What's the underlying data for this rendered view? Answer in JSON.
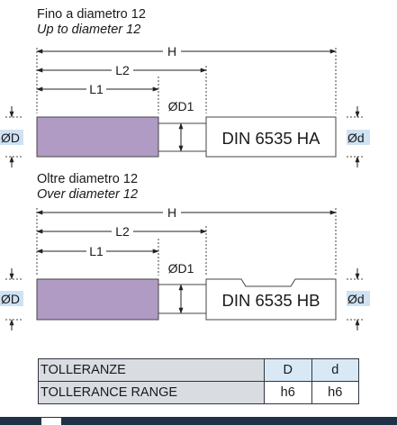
{
  "section_a": {
    "title_it": "Fino a diametro 12",
    "title_en": "Up to diameter 12",
    "dim_h": "H",
    "dim_l2": "L2",
    "dim_l1": "L1",
    "dim_d1": "ØD1",
    "dim_d_big": "ØD",
    "dim_d_small": "Ød",
    "part_label": "DIN 6535 HA"
  },
  "section_b": {
    "title_it": "Oltre diametro 12",
    "title_en": "Over diameter 12",
    "dim_h": "H",
    "dim_l2": "L2",
    "dim_l1": "L1",
    "dim_d1": "ØD1",
    "dim_d_big": "ØD",
    "dim_d_small": "Ød",
    "part_label": "DIN 6535 HB"
  },
  "tolerance_table": {
    "label_it": "TOLLERANZE",
    "label_en": "TOLLERANCE RANGE",
    "col_d_header": "D",
    "col_small_d_header": "d",
    "col_d_value": "h6",
    "col_small_d_value": "h6"
  },
  "colors": {
    "cutting_body": "#b09bc4",
    "highlight": "#cfe2f3",
    "table_label_bg": "#d9dde2",
    "table_header_bg": "#d9e8f5",
    "bottom_bar": "#1f3346"
  }
}
